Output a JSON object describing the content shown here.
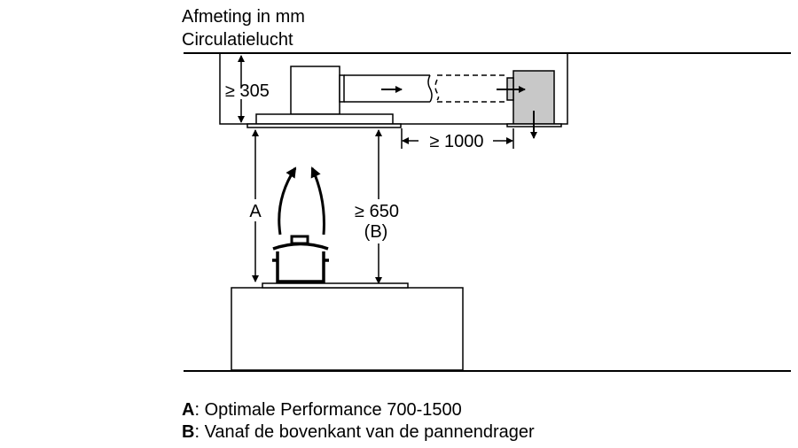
{
  "header": {
    "line1": "Afmeting in mm",
    "line2": "Circulatielucht"
  },
  "dimensions": {
    "cabinet_height": "≥ 305",
    "recirc_distance": "≥ 1000",
    "label_a": "A",
    "min_height": "≥ 650",
    "min_height_ref": "(B)"
  },
  "legend": [
    {
      "key": "A",
      "text": ": Optimale Performance 700-1500"
    },
    {
      "key": "B",
      "text": ": Vanaf de bovenkant van de pannendrager"
    }
  ],
  "colors": {
    "line": "#000000",
    "module_fill": "#c8c8c8"
  }
}
